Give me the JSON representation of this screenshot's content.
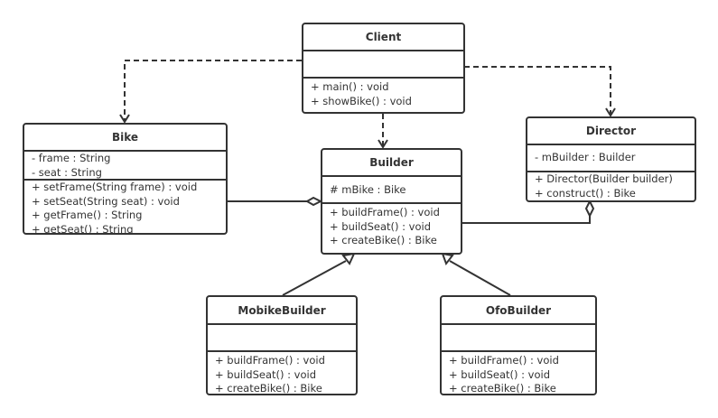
{
  "classes": {
    "client": {
      "name": "Client",
      "attributes": [],
      "methods": [
        "+ main() : void",
        "+ showBike() : void"
      ]
    },
    "bike": {
      "name": "Bike",
      "attributes": [
        "- frame : String",
        "- seat : String"
      ],
      "methods": [
        "+ setFrame(String frame) : void",
        "+ setSeat(String seat) : void",
        "+ getFrame() : String",
        "+ getSeat() : String"
      ]
    },
    "builder": {
      "name": "Builder",
      "attributes": [
        "# mBike : Bike"
      ],
      "methods": [
        "+ buildFrame() : void",
        "+ buildSeat() : void",
        "+ createBike() : Bike"
      ]
    },
    "director": {
      "name": "Director",
      "attributes": [
        "- mBuilder : Builder"
      ],
      "methods": [
        "+ Director(Builder builder)",
        "+ construct() : Bike"
      ]
    },
    "mobike": {
      "name": "MobikeBuilder",
      "attributes": [],
      "methods": [
        "+ buildFrame() : void",
        "+ buildSeat() : void",
        "+ createBike() : Bike"
      ]
    },
    "ofo": {
      "name": "OfoBuilder",
      "attributes": [],
      "methods": [
        "+ buildFrame() : void",
        "+ buildSeat() : void",
        "+ createBike() : Bike"
      ]
    }
  },
  "relations": [
    {
      "from": "Client",
      "to": "Bike",
      "type": "dependency"
    },
    {
      "from": "Client",
      "to": "Builder",
      "type": "dependency"
    },
    {
      "from": "Client",
      "to": "Director",
      "type": "dependency"
    },
    {
      "from": "Builder",
      "to": "Bike",
      "type": "aggregation"
    },
    {
      "from": "Director",
      "to": "Builder",
      "type": "aggregation"
    },
    {
      "from": "MobikeBuilder",
      "to": "Builder",
      "type": "generalization"
    },
    {
      "from": "OfoBuilder",
      "to": "Builder",
      "type": "generalization"
    }
  ]
}
